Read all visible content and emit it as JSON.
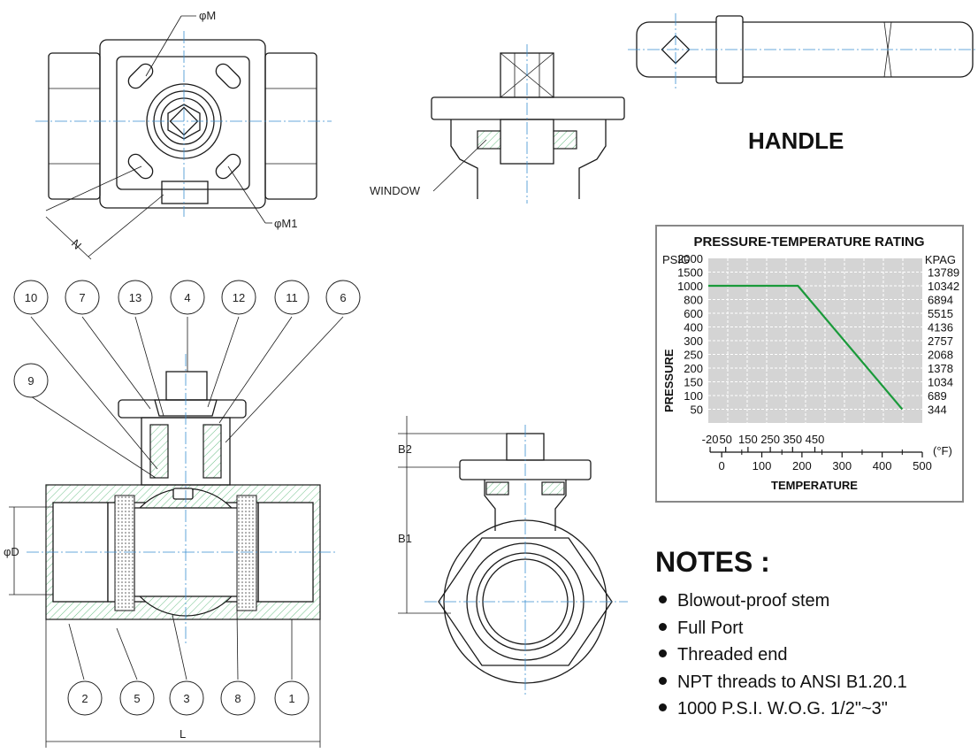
{
  "labels": {
    "phi_m": "φM",
    "phi_m1": "φM1",
    "n": "N",
    "window": "WINDOW",
    "handle": "HANDLE",
    "b1": "B1",
    "b2": "B2",
    "phi_d": "φD",
    "l": "L"
  },
  "balloons": [
    "10",
    "7",
    "13",
    "4",
    "12",
    "11",
    "6",
    "9",
    "2",
    "5",
    "3",
    "8",
    "1"
  ],
  "notes": {
    "title": "NOTES :",
    "items": [
      "Blowout-proof stem",
      "Full Port",
      "Threaded end",
      "NPT threads to ANSI B1.20.1",
      "1000 P.S.I. W.O.G. 1/2\"~3\""
    ]
  },
  "chart_data": {
    "type": "line",
    "title": "PRESSURE-TEMPERATURE RATING",
    "ylabel": "PRESSURE",
    "xlabel": "TEMPERATURE",
    "y_left_unit": "PSIG",
    "y_right_unit": "KPAG",
    "y_left_ticks": [
      "2000",
      "1500",
      "1000",
      "800",
      "600",
      "400",
      "300",
      "250",
      "200",
      "150",
      "100",
      "50"
    ],
    "y_right_ticks": [
      "13789",
      "10342",
      "6894",
      "5515",
      "4136",
      "2757",
      "2068",
      "1378",
      "1034",
      "689",
      "344"
    ],
    "x_top_unit": "(°F)",
    "x_top_ticks": [
      "-20",
      "50",
      "150",
      "250",
      "350",
      "450"
    ],
    "x_bottom_ticks": [
      "0",
      "100",
      "200",
      "300",
      "400",
      "500"
    ],
    "series": [
      {
        "points": [
          {
            "temp_c": -29,
            "psig": 1000
          },
          {
            "temp_c": 190,
            "psig": 1000
          },
          {
            "temp_c": 450,
            "psig": 50
          }
        ]
      }
    ],
    "grid": true,
    "line_color": "#1a9a3a",
    "grid_fill": "#d4d4d4"
  }
}
